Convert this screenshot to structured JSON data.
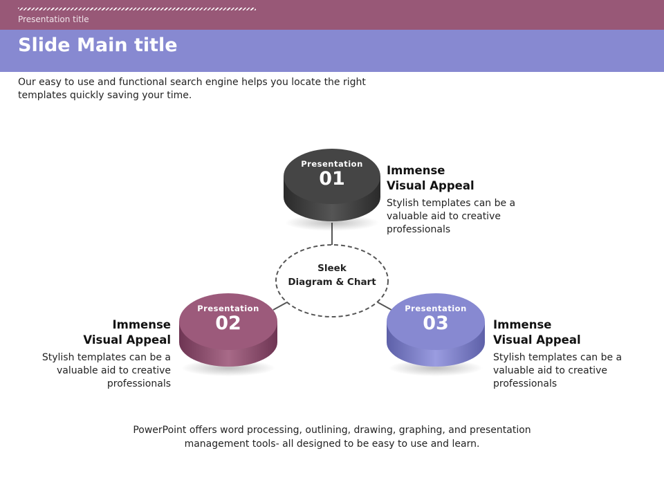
{
  "header": {
    "presentation_title": "Presentation title",
    "main_title": "Slide Main title"
  },
  "intro": "Our easy to use and functional search engine helps you locate the right templates quickly saving your time.",
  "center": {
    "line1": "Sleek",
    "line2": "Diagram & Chart"
  },
  "items": [
    {
      "label": "Presentation",
      "number": "01",
      "title1": "Immense",
      "title2": "Visual Appeal",
      "text": "Stylish templates can be a valuable aid to creative professionals",
      "color": "#3f3f3f"
    },
    {
      "label": "Presentation",
      "number": "02",
      "title1": "Immense",
      "title2": "Visual Appeal",
      "text": "Stylish templates can be a valuable aid to creative professionals",
      "color": "#985877"
    },
    {
      "label": "Presentation",
      "number": "03",
      "title1": "Immense",
      "title2": "Visual Appeal",
      "text": "Stylish templates can be a valuable aid to creative professionals",
      "color": "#8789d1"
    }
  ],
  "footer": "PowerPoint offers word processing, outlining, drawing, graphing, and presentation management tools- all designed to be easy to use and learn."
}
